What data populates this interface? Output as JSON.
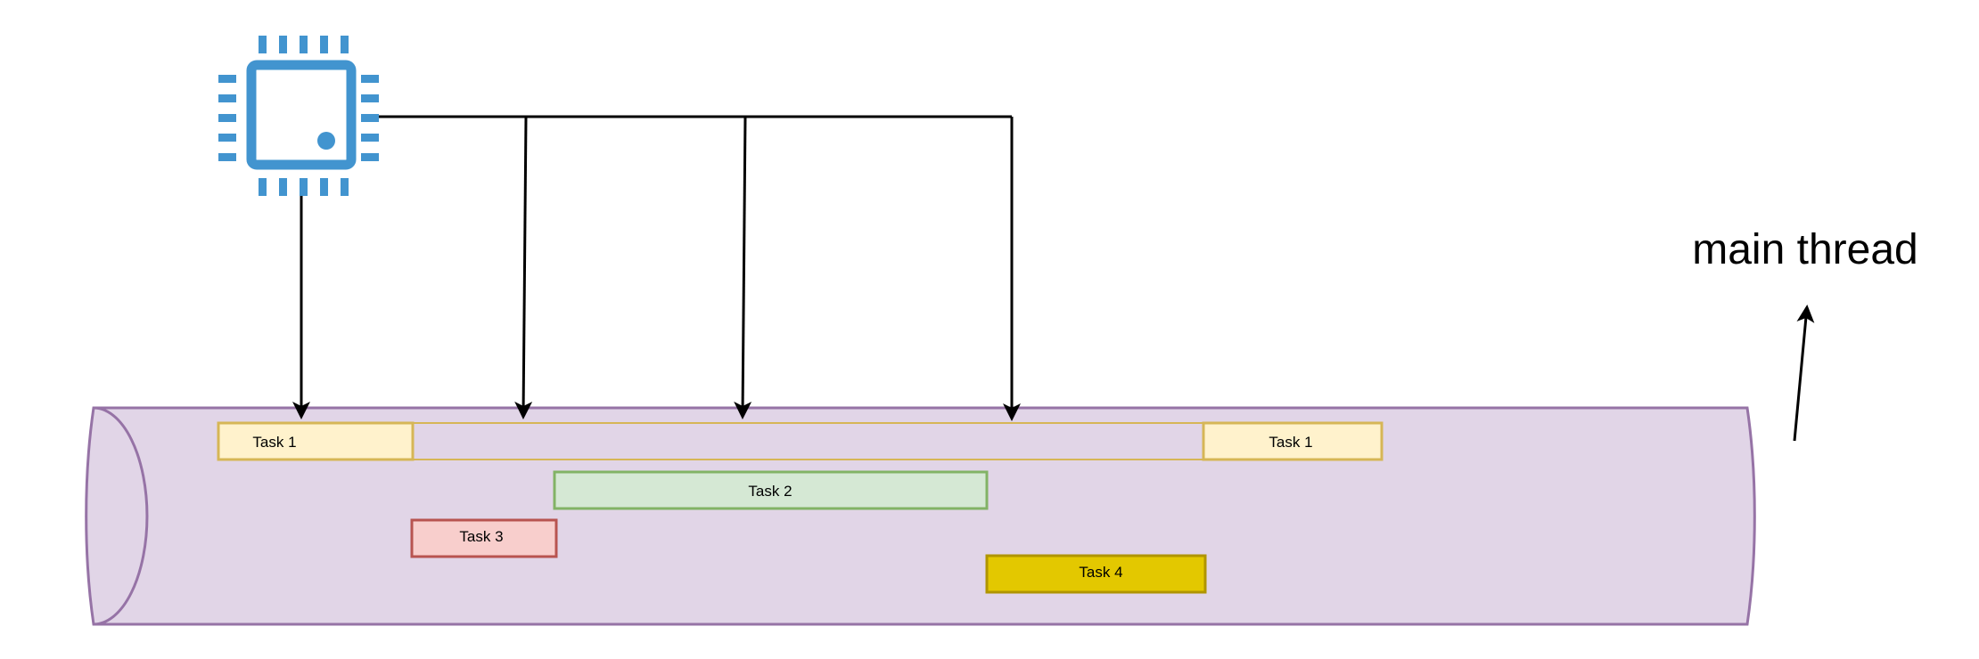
{
  "colors": {
    "cpu": "#4294CF",
    "pipe_fill": "#E1D5E7",
    "pipe_stroke": "#9673A6",
    "arrow": "#000000"
  },
  "icons": {
    "cpu": "cpu-chip-icon"
  },
  "main_thread_label": "main thread",
  "tasks": {
    "task1_start": {
      "label": "Task 1",
      "fill": "#FFF2CC",
      "stroke": "#D6B656"
    },
    "task1_end": {
      "label": "Task 1",
      "fill": "#FFF2CC",
      "stroke": "#D6B656"
    },
    "task2": {
      "label": "Task 2",
      "fill": "#D5E8D4",
      "stroke": "#82B366"
    },
    "task3": {
      "label": "Task 3",
      "fill": "#F8CECC",
      "stroke": "#B85450"
    },
    "task4": {
      "label": "Task 4",
      "fill": "#E3C800",
      "stroke": "#B09500"
    }
  }
}
